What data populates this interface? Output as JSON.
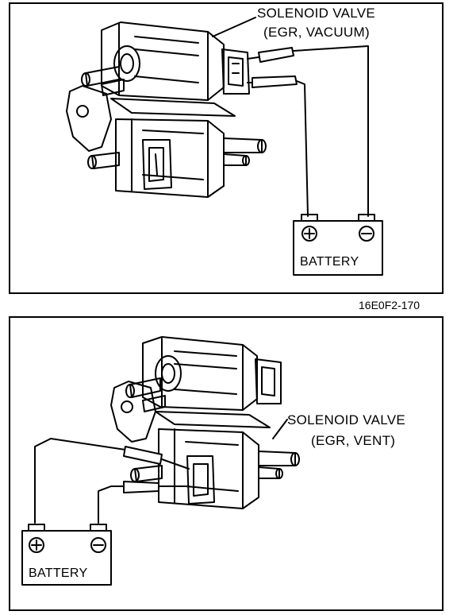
{
  "figure_id": "16E0F2-170",
  "top_panel": {
    "valve_label_line1": "SOLENOID VALVE",
    "valve_label_line2": "(EGR, VACUUM)",
    "battery_label": "BATTERY",
    "positive_symbol": "⊕",
    "negative_symbol": "⊖"
  },
  "bottom_panel": {
    "valve_label_line1": "SOLENOID VALVE",
    "valve_label_line2": "(EGR, VENT)",
    "battery_label": "BATTERY",
    "positive_symbol": "⊕",
    "negative_symbol": "⊖"
  }
}
